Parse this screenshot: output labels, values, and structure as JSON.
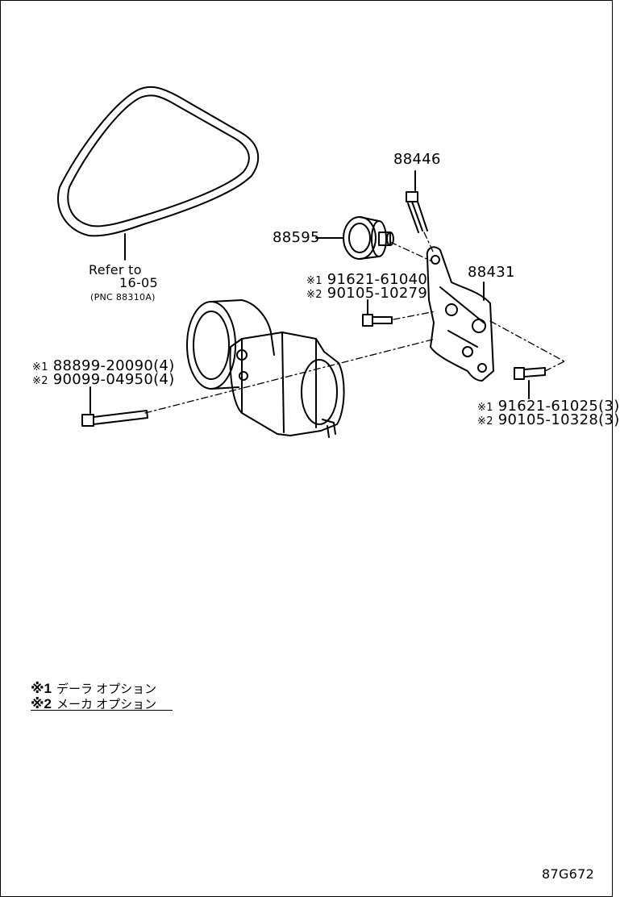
{
  "belt_reference": {
    "line1": "Refer to",
    "line2": "16-05",
    "line3": "(PNC 88310A)"
  },
  "parts": {
    "bolt_top": "88446",
    "pulley": "88595",
    "bracket": "88431",
    "idler_bolt": {
      "mark1": "※1",
      "number1": "91621-61040",
      "mark2": "※2",
      "number2": "90105-10279"
    },
    "compressor_bolt": {
      "mark1": "※1",
      "number1": "88899-20090(4)",
      "mark2": "※2",
      "number2": "90099-04950(4)"
    },
    "bracket_bolt": {
      "mark1": "※1",
      "number1": "91621-61025(3)",
      "mark2": "※2",
      "number2": "90105-10328(3)"
    }
  },
  "legend": {
    "item1_symbol": "※1",
    "item1_text": "デーラ オプション",
    "item2_symbol": "※2",
    "item2_text": "メーカ オプション"
  },
  "figure_code": "87G672"
}
